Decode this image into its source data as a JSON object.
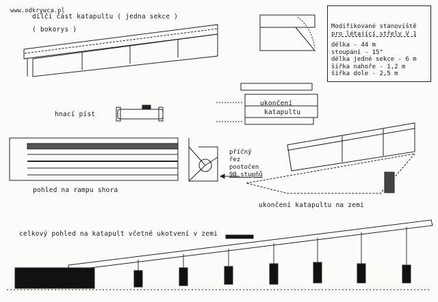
{
  "watermark": "www.odkrywca.pl",
  "labels": {
    "section_title": "dílčí část katapultu ( jedna sekce )",
    "section_subtitle": "( bokorys )",
    "piston": "hnací píst",
    "top_view": "pohled na rampu shora",
    "end_box_line1": "ukončení",
    "end_box_line2": "katapultu",
    "cross_section": [
      "příčný",
      "řez",
      "pootočen",
      "90 stupňů"
    ],
    "ground_end": "ukončení katapultu na zemi",
    "overall_view": "celkový pohled na katapult včetně ukotvení v zemi"
  },
  "info_box": {
    "title_line1": "Modifikované stanoviště",
    "title_line2": "pro létající střely V 1",
    "specs": [
      "délka - 44 m",
      "stoupání - 15°",
      "délka jedné sekce - 6 m",
      "šířka nahoře - 1,2 m",
      "šířka dole - 2,5 m"
    ]
  }
}
